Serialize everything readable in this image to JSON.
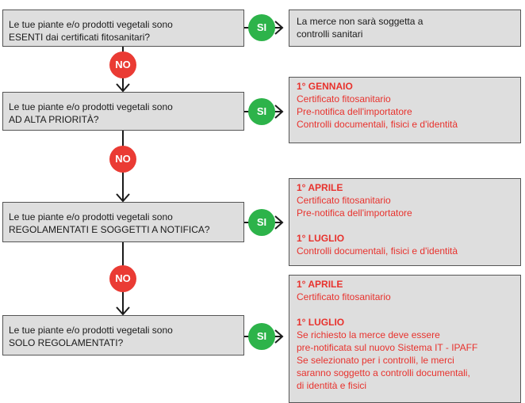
{
  "colors": {
    "box_fill": "#dedede",
    "yes": "#2db34a",
    "no": "#ea3b34",
    "highlight_text": "#e8322d"
  },
  "labels": {
    "yes": "SI",
    "no": "NO"
  },
  "questions": [
    {
      "line1": "Le tue piante e/o prodotti vegetali sono",
      "line2": "ESENTI dai certificati fitosanitari?"
    },
    {
      "line1": "Le tue piante e/o prodotti vegetali sono",
      "line2": "AD ALTA PRIORITÀ?"
    },
    {
      "line1": "Le tue piante e/o prodotti vegetali sono",
      "line2": "REGOLAMENTATI E SOGGETTI A NOTIFICA?"
    },
    {
      "line1": "Le tue piante e/o prodotti vegetali sono",
      "line2": "SOLO REGOLAMENTATI?"
    }
  ],
  "answers": [
    {
      "lines": [
        "La merce non sarà soggetta a",
        "controlli sanitari"
      ]
    },
    {
      "heading": "1° GENNAIO",
      "lines": [
        "Certificato fitosanitario",
        "Pre-notifica dell'importatore",
        "Controlli documentali, fisici e d'identità"
      ]
    },
    {
      "heading": "1° APRILE",
      "lines": [
        "Certificato fitosanitario",
        "Pre-notifica dell'importatore"
      ],
      "heading2": "1° LUGLIO",
      "lines2": [
        "Controlli documentali, fisici e d'identità"
      ]
    },
    {
      "heading": "1° APRILE",
      "lines": [
        "Certificato fitosanitario"
      ],
      "heading2": "1° LUGLIO",
      "lines2": [
        "Se richiesto la merce deve essere",
        "pre-notificata sul nuovo Sistema IT - IPAFF",
        "Se selezionato per i controlli, le merci",
        "saranno soggetto a controlli documentali,",
        "di identità e fisici"
      ]
    }
  ]
}
